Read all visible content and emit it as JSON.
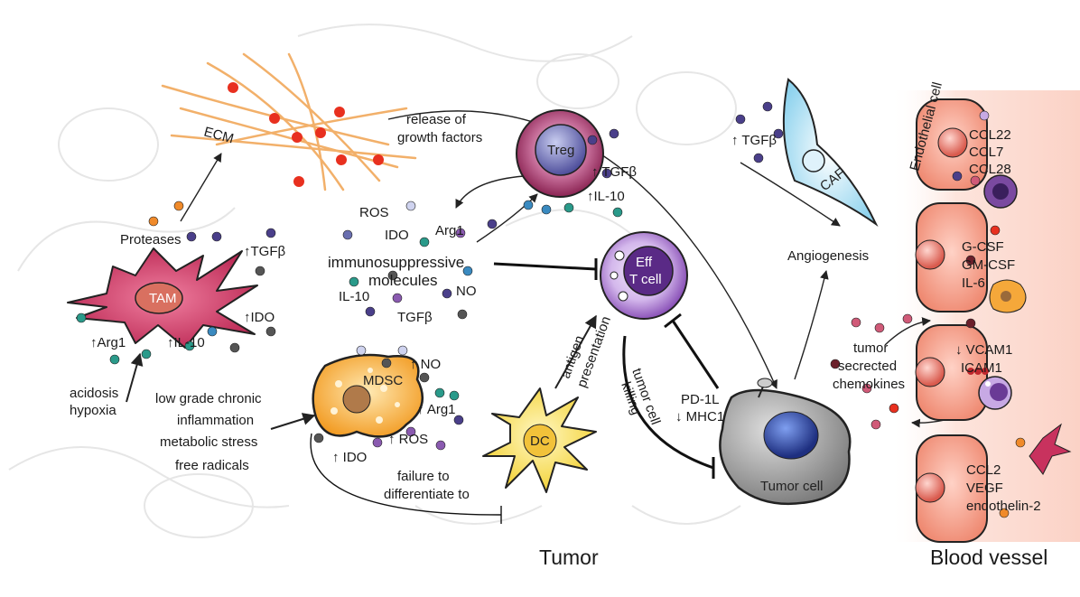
{
  "labels": {
    "ecm": "ECM",
    "release": "release of",
    "growth": "growth factors",
    "treg": "Treg",
    "tgfb_treg": "↑ TGFβ",
    "il10_treg": "↑IL-10",
    "tgfb_caf": "↑ TGFβ",
    "caf": "CAF",
    "endothelial": "Endothelial cell",
    "ccl22": "CCL22",
    "ccl7": "CCL7",
    "ccl28": "CCL28",
    "gcsf": "G-CSF",
    "gmcsf": "GM-CSF",
    "il6": "IL-6",
    "angiogenesis": "Angiogenesis",
    "ros_top": "ROS",
    "ido_top": "IDO",
    "arg1_top": "Arg1",
    "immuno1": "immunosuppressive",
    "immuno2": "molecules",
    "il10_mid": "IL-10",
    "no_mid": "NO",
    "tgfb_mid": "TGFβ",
    "proteases": "Proteases",
    "tgfb_tam": "↑TGFβ",
    "tam": "TAM",
    "ido_tam": "↑IDO",
    "arg1_tam": "↑Arg1",
    "il10_tam": "↑IL-10",
    "acidosis": "acidosis",
    "hypoxia": "hypoxia",
    "eff1": "Eff",
    "eff2": "T cell",
    "antigen1": "antigen",
    "antigen2": "presentation",
    "killing1": "tumor cell",
    "killing2": "killing",
    "pdl1": "PD-1L",
    "mhc1": "↓ MHC1",
    "tumor_secr1": "tumor",
    "tumor_secr2": "secrected",
    "tumor_secr3": "chemokines",
    "vcam1": "↓ VCAM1",
    "icam1": "ICAM1",
    "mdsc": "MDSC",
    "no_mdsc": "↑ NO",
    "arg1_mdsc": "↑ Arg1",
    "ros_mdsc": "↑ ROS",
    "ido_mdsc": "↑ IDO",
    "low1": "low grade chronic",
    "low2": "inflammation",
    "low3": "metabolic stress",
    "low4": "free radicals",
    "failure1": "failure to",
    "failure2": "differentiate to",
    "dc": "DC",
    "tumor_cell": "Tumor cell",
    "ccl2": "CCL2",
    "vegf": "VEGF",
    "endothelin": "endothelin-2",
    "tumor_title": "Tumor",
    "blood_title": "Blood vessel"
  },
  "colors": {
    "tam": "#c8325e",
    "treg_outer": "#9b2d5c",
    "treg_inner": "#6a6fb0",
    "eff": "#8e52b8",
    "mdsc": "#f5a83a",
    "dc": "#f5d63a",
    "tumor_cell": "#8c8c8c",
    "tumor_nucleus": "#2a3f9a",
    "caf": "#bfe6f5",
    "endothelial": "#f19a86",
    "ecm": "#f2b06a"
  }
}
